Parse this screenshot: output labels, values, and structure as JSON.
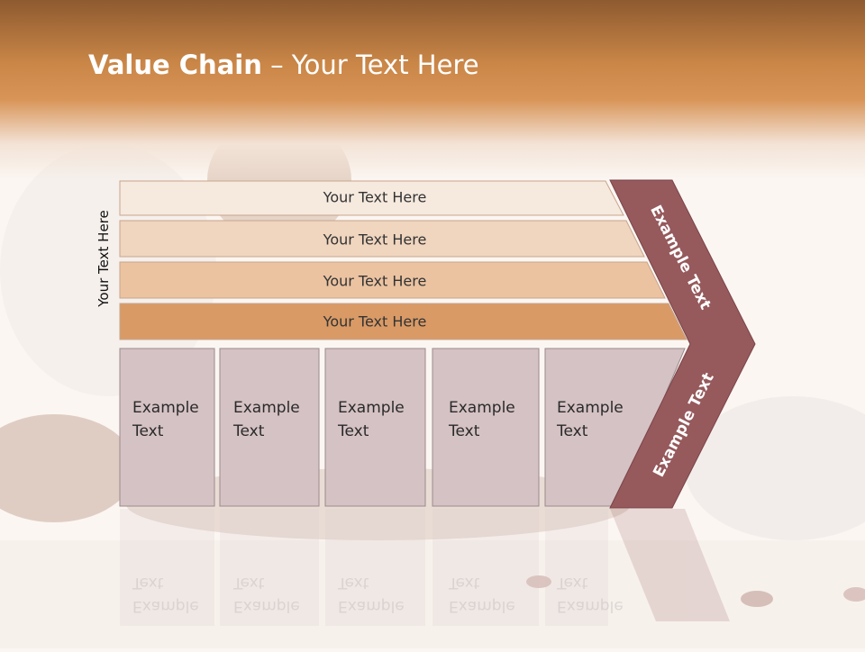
{
  "slide": {
    "title_bold": "Value Chain",
    "title_rest": " – Your Text Here",
    "vertical_label": "Your Text Here"
  },
  "bars": [
    {
      "label": "Your Text Here"
    },
    {
      "label": "Your Text Here"
    },
    {
      "label": "Your Text Here"
    },
    {
      "label": "Your Text Here"
    }
  ],
  "cells": [
    {
      "line1": "Example",
      "line2": "Text"
    },
    {
      "line1": "Example",
      "line2": "Text"
    },
    {
      "line1": "Example",
      "line2": "Text"
    },
    {
      "line1": "Example",
      "line2": "Text"
    },
    {
      "line1": "Example",
      "line2": "Text"
    }
  ],
  "chevron": {
    "upper_label": "Example Text",
    "lower_label": "Example Text"
  },
  "colors": {
    "bar1": "#f6e9de",
    "bar2": "#f0d5bf",
    "bar3": "#ebc3a1",
    "bar4": "#d99a66",
    "cell": "#d5c2c4",
    "chevron": "#96595c"
  }
}
